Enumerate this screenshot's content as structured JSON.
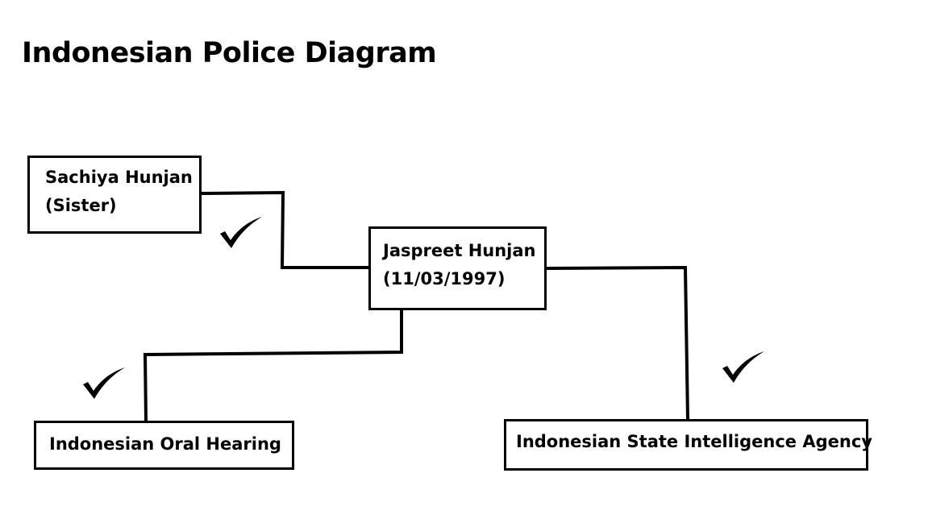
{
  "diagram": {
    "title": "Indonesian Police Diagram",
    "nodes": {
      "sister": {
        "line1": "Sachiya Hunjan",
        "line2": "(Sister)"
      },
      "subject": {
        "line1": "Jaspreet Hunjan",
        "line2": "(11/03/1997)"
      },
      "oral_hearing": {
        "label": "Indonesian Oral Hearing"
      },
      "intelligence_agency": {
        "label": "Indonesian State Intelligence Agency"
      }
    },
    "edges": [
      {
        "from": "sister",
        "to": "subject",
        "checked": true
      },
      {
        "from": "subject",
        "to": "oral_hearing",
        "checked": true
      },
      {
        "from": "subject",
        "to": "intelligence_agency",
        "checked": true
      }
    ],
    "colors": {
      "line": "#000000",
      "background": "#ffffff"
    },
    "icons": {
      "edge_marker": "checkmark-icon"
    }
  }
}
